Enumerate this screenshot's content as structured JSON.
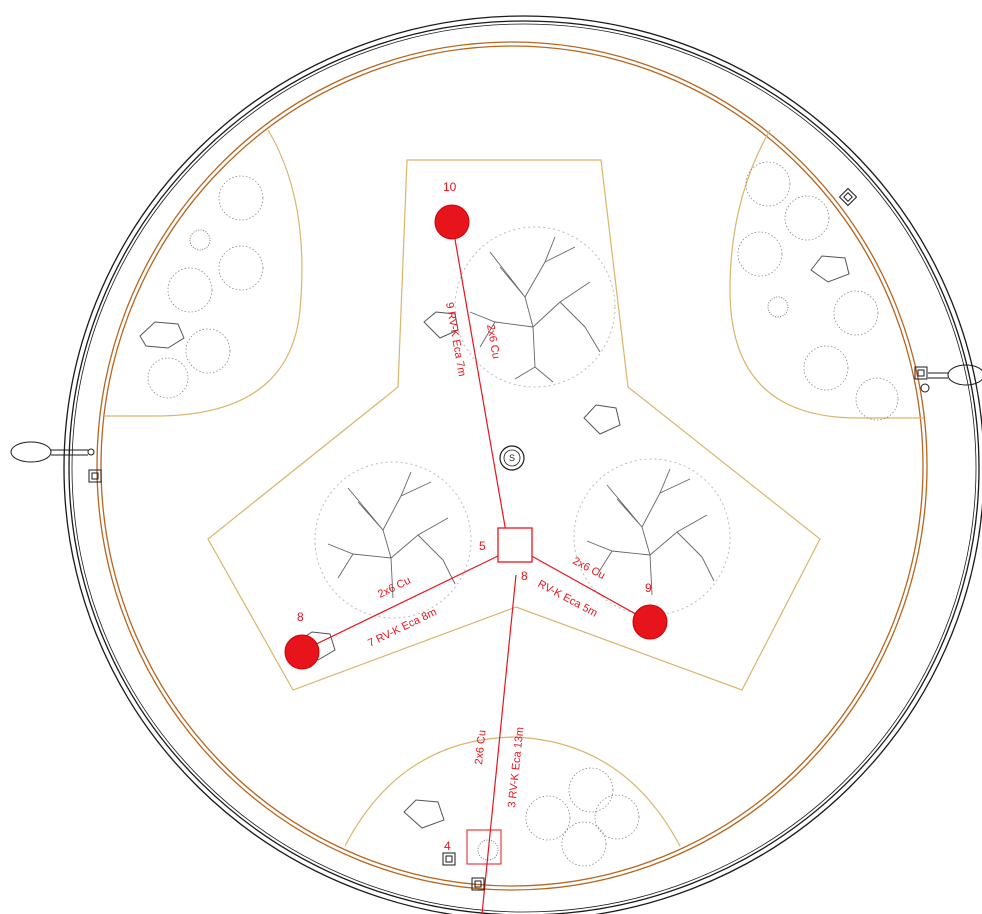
{
  "plan": {
    "colors": {
      "cable": "#e8141c",
      "path_edge": "#d9b56a",
      "inner_ring": "#b8651e",
      "outline": "#1a1a1a",
      "vegetation": "#777777"
    },
    "center_marker": "S",
    "points": [
      {
        "id": "p10",
        "label": "10"
      },
      {
        "id": "p9",
        "label": "9"
      },
      {
        "id": "p8",
        "label": "8"
      },
      {
        "id": "p4",
        "label": "4"
      }
    ],
    "junction": {
      "label_left": "5",
      "label_right": "8"
    },
    "cables": [
      {
        "id": "cable-north",
        "spec": "2x6 Cu",
        "run": "9 RV-K Eca 7m"
      },
      {
        "id": "cable-west",
        "spec": "2x6 Cu",
        "run": "7 RV-K Eca 8m"
      },
      {
        "id": "cable-east",
        "spec": "2x6 Cu",
        "run": "RV-K Eca 5m"
      },
      {
        "id": "cable-south",
        "spec": "2x6 Cu",
        "run": "3 RV-K Eca 13m"
      }
    ],
    "icons": [
      "drain-icon",
      "junction-box-icon",
      "tree-icon",
      "shrub-icon",
      "rock-icon",
      "tap-icon"
    ]
  }
}
